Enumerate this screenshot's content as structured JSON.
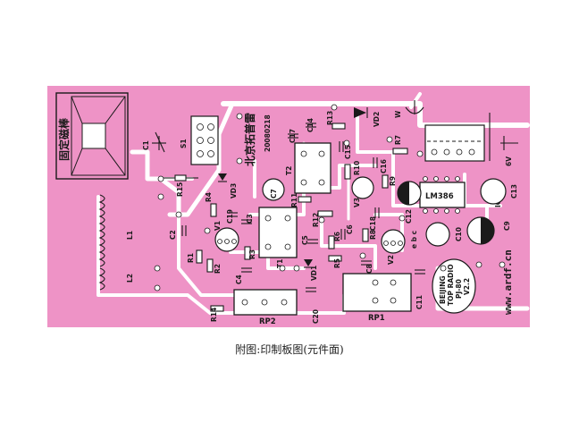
{
  "board": {
    "speaker_label": "固定磁棒",
    "maker": "北京拓普雷",
    "date_code": "20080218",
    "brand_lines": [
      "BEIJING",
      "TOP RADIO",
      "PJ-80",
      "V2.2"
    ],
    "url": "www.ardf.cn",
    "ic_name": "LM386",
    "colors": {
      "board": "#ee93c6",
      "trace": "#ffffff",
      "ink": "#1a1a1a"
    }
  },
  "components": {
    "C1": "C1",
    "S1": "S1",
    "R15": "R15",
    "L1": "L1",
    "L2": "L2",
    "C2": "C2",
    "R1": "R1",
    "R2": "R2",
    "R3": "R3",
    "R4": "R4",
    "V1": "V1",
    "VD3": "VD3",
    "C19": "C19",
    "C3": "C3",
    "C4": "C4",
    "T1": "T1",
    "T2": "T2",
    "C7": "C7",
    "R11": "R11",
    "C5": "C5",
    "C6": "C6",
    "R5": "R5",
    "R6": "R6",
    "VD1": "VD1",
    "VD2": "VD2",
    "R12": "R12",
    "C17": "C17",
    "C14": "C14",
    "R13": "R13",
    "C15": "C15",
    "R10": "R10",
    "C16": "C16",
    "R9": "R9",
    "V3": "V3",
    "R8": "R8",
    "C18": "C18",
    "V2": "V2",
    "C8": "C8",
    "R7": "R7",
    "IC": "IC",
    "C12": "C12",
    "C10": "C10",
    "C9": "C9",
    "C13": "C13",
    "C11": "C11",
    "RP1": "RP1",
    "RP2": "RP2",
    "R14": "R14",
    "C20": "C20",
    "W": "W",
    "6V": "6V",
    "e_b_c": "e b c"
  },
  "caption": "附图:印制板图(元件面)"
}
